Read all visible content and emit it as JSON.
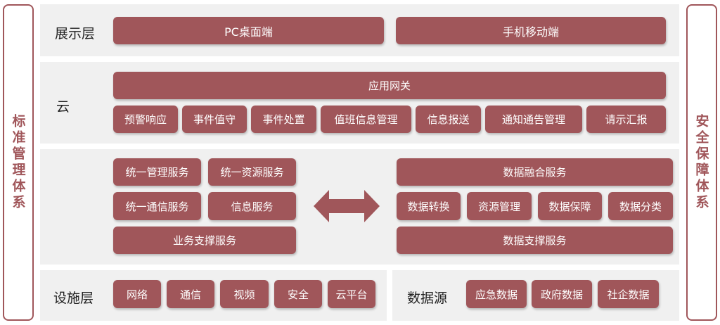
{
  "left_system": "标准管理体系",
  "right_system": "安全保障体系",
  "presentation": {
    "label": "展示层",
    "items": [
      "PC桌面端",
      "手机移动端"
    ]
  },
  "cloud": {
    "label": "云",
    "gateway": "应用网关",
    "items": [
      "预警响应",
      "事件值守",
      "事件处置",
      "值班信息管理",
      "信息报送",
      "通知通告管理",
      "请示汇报"
    ]
  },
  "services_left": {
    "items": [
      "统一管理服务",
      "统一资源服务",
      "统一通信服务",
      "信息服务"
    ],
    "bottom": "业务支撑服务"
  },
  "services_right": {
    "top": "数据融合服务",
    "items": [
      "数据转换",
      "资源管理",
      "数据保障",
      "数据分类"
    ],
    "bottom": "数据支撑服务"
  },
  "infrastructure": {
    "label": "设施层",
    "items": [
      "网络",
      "通信",
      "视频",
      "安全",
      "云平台"
    ]
  },
  "data_source": {
    "label": "数据源",
    "items": [
      "应急数据",
      "政府数据",
      "社企数据"
    ]
  },
  "colors": {
    "accent": "#a0565a",
    "panel_bg": "#f0f0f0"
  }
}
